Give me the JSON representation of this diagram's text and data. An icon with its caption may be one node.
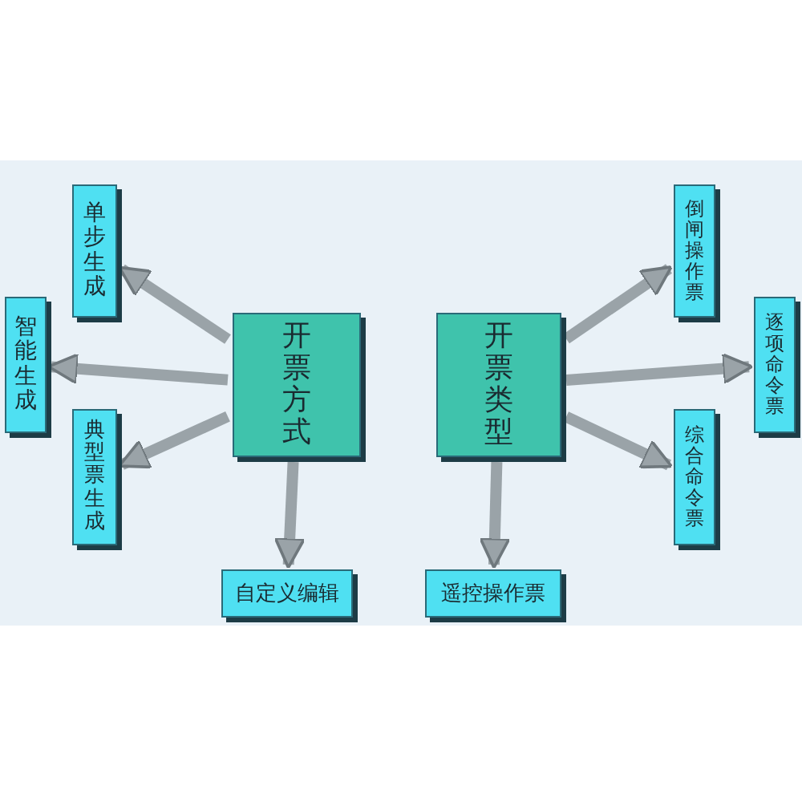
{
  "diagram": {
    "nodes": [
      {
        "text": [
          "开票方式"
        ]
      },
      {
        "text": [
          "单步生成"
        ]
      },
      {
        "text": [
          "智能生成"
        ]
      },
      {
        "text": [
          "典型票生成"
        ]
      },
      {
        "text": [
          "自定义编辑"
        ]
      },
      {
        "text": [
          "开票类型"
        ]
      },
      {
        "text": [
          "倒闸操作票"
        ]
      },
      {
        "text": [
          "逐项命令票"
        ]
      },
      {
        "text": [
          "综合命令票"
        ]
      },
      {
        "text": [
          "遥控操作票"
        ]
      }
    ],
    "edges": [
      {
        "from": 0,
        "to": 1,
        "arrow": "to"
      },
      {
        "from": 0,
        "to": 2,
        "arrow": "to"
      },
      {
        "from": 0,
        "to": 3,
        "arrow": "to"
      },
      {
        "from": 0,
        "to": 4,
        "arrow": "to"
      },
      {
        "from": 5,
        "to": 6,
        "arrow": "to"
      },
      {
        "from": 5,
        "to": 7,
        "arrow": "to"
      },
      {
        "from": 5,
        "to": 8,
        "arrow": "to"
      },
      {
        "from": 5,
        "to": 9,
        "arrow": "to"
      }
    ]
  }
}
